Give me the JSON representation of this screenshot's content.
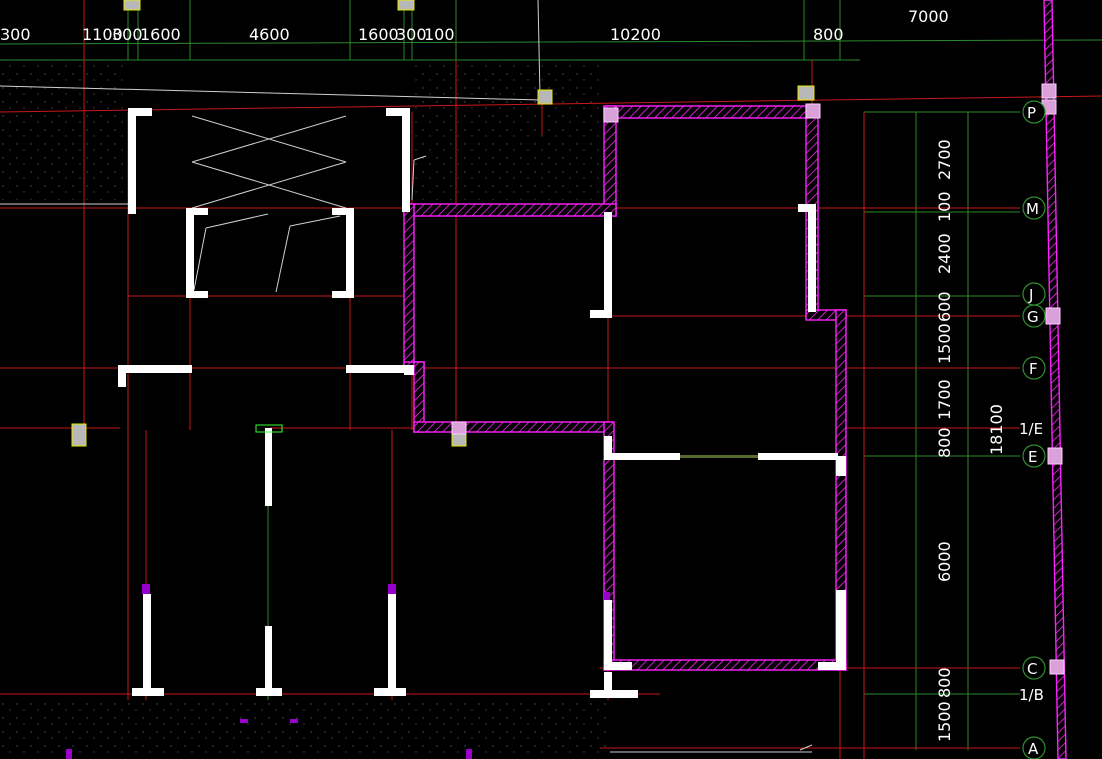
{
  "drawing": {
    "top_dimensions": [
      {
        "id": "d300",
        "text": "300"
      },
      {
        "id": "d1100",
        "text": "1100"
      },
      {
        "id": "d300b",
        "text": "300"
      },
      {
        "id": "d1600a",
        "text": "1600"
      },
      {
        "id": "d4600",
        "text": "4600"
      },
      {
        "id": "d1600b",
        "text": "1600"
      },
      {
        "id": "d300c",
        "text": "300"
      },
      {
        "id": "d100",
        "text": "100"
      },
      {
        "id": "d10200",
        "text": "10200"
      },
      {
        "id": "d800",
        "text": "800"
      },
      {
        "id": "d7000",
        "text": "7000"
      }
    ],
    "side_dimensions": [
      {
        "id": "s2700",
        "text": "2700"
      },
      {
        "id": "s100",
        "text": "100"
      },
      {
        "id": "s2400",
        "text": "2400"
      },
      {
        "id": "s600",
        "text": "600"
      },
      {
        "id": "s1500a",
        "text": "1500"
      },
      {
        "id": "s1700",
        "text": "1700"
      },
      {
        "id": "s800a",
        "text": "800"
      },
      {
        "id": "s6000",
        "text": "6000"
      },
      {
        "id": "s800b",
        "text": "800"
      },
      {
        "id": "s1500b",
        "text": "1500"
      }
    ],
    "total_dimension": "18100",
    "axis_labels": [
      {
        "id": "P",
        "text": "P"
      },
      {
        "id": "M",
        "text": "M"
      },
      {
        "id": "J",
        "text": "J"
      },
      {
        "id": "G",
        "text": "G"
      },
      {
        "id": "F",
        "text": "F"
      },
      {
        "id": "E1",
        "text": "1/E"
      },
      {
        "id": "E",
        "text": "E"
      },
      {
        "id": "C",
        "text": "C"
      },
      {
        "id": "B1",
        "text": "1/B"
      },
      {
        "id": "A",
        "text": "A"
      }
    ],
    "colors": {
      "background": "#000000",
      "grid_red": "#c81818",
      "grid_green": "#2a8a2a",
      "wall": "#ffffff",
      "hatch": "#ff22ff",
      "column": "#b8b8b8"
    }
  }
}
